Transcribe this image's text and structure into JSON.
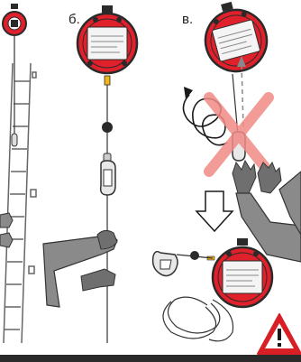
{
  "panels": [
    {
      "id": "a",
      "label": ""
    },
    {
      "id": "b",
      "label": "б."
    },
    {
      "id": "c",
      "label": "в."
    }
  ],
  "device": {
    "brand": "",
    "plate_text": ""
  },
  "colors": {
    "housing_red": "#e0212b",
    "housing_dark": "#2a2a2a",
    "cable": "#333333",
    "yellow_sleeve": "#f2b51b",
    "arm_gray": "#8a8a8a",
    "glove_gray": "#6f6f6f",
    "cross_pink": "#f08a86",
    "warning_red": "#d81f26"
  },
  "icons": [
    "retractable-device-icon",
    "carabiner-icon",
    "glove-icon",
    "do-not-cross-icon",
    "down-arrow-icon",
    "warning-triangle-icon",
    "coil-spring-icon"
  ]
}
